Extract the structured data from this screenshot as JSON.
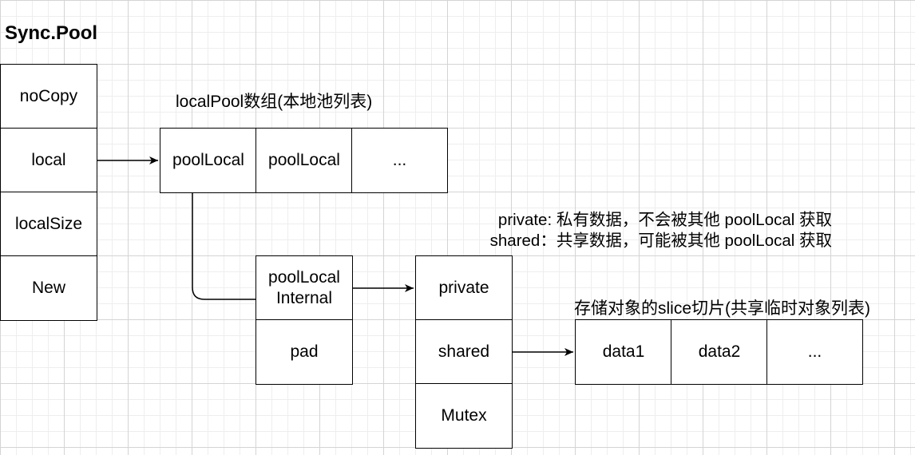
{
  "title": "Sync.Pool",
  "sync_pool_fields": [
    "noCopy",
    "local",
    "localSize",
    "New"
  ],
  "local_pool": {
    "caption": "localPool数组(本地池列表)",
    "cells": [
      "poolLocal",
      "poolLocal",
      "..."
    ]
  },
  "pool_local": {
    "cells": [
      "poolLocal\nInternal",
      "pad"
    ]
  },
  "pool_local_internal": {
    "cells": [
      "private",
      "shared",
      "Mutex"
    ],
    "notes": [
      "private: 私有数据，不会被其他 poolLocal 获取",
      "shared：共享数据，可能被其他 poolLocal 获取"
    ]
  },
  "shared_slice": {
    "caption": "存储对象的slice切片(共享临时对象列表)",
    "cells": [
      "data1",
      "data2",
      "..."
    ]
  }
}
